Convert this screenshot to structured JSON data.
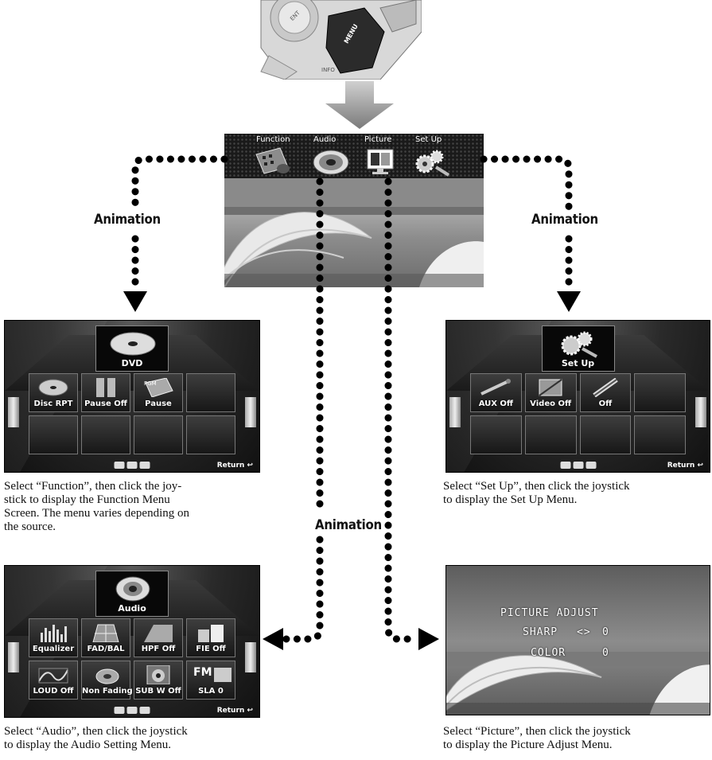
{
  "joystick": {
    "label_menu": "MENU",
    "label_ent": "ENT",
    "label_info": "INFO"
  },
  "main_menu": {
    "tabs": [
      {
        "label": "Function",
        "icon": "remote-icon"
      },
      {
        "label": "Audio",
        "icon": "speaker-icon"
      },
      {
        "label": "Picture",
        "icon": "monitor-icon"
      },
      {
        "label": "Set Up",
        "icon": "gears-icon"
      }
    ]
  },
  "animation_labels": {
    "left": "Animation",
    "right": "Animation",
    "center": "Animation"
  },
  "function_screen": {
    "title": "DVD",
    "title_icon": "disc-icon",
    "items": [
      {
        "label": "Disc RPT",
        "icon": "disc-icon"
      },
      {
        "label": "Pause Off",
        "icon": "pause-icon"
      },
      {
        "label": "Pause",
        "icon": "pgm-remote-icon"
      },
      {
        "label": "",
        "icon": ""
      },
      {
        "label": "",
        "icon": ""
      },
      {
        "label": "",
        "icon": ""
      },
      {
        "label": "",
        "icon": ""
      },
      {
        "label": "",
        "icon": ""
      }
    ],
    "return_label": "Return",
    "caption": "Select “Function”, then click the joy-\nstick to display the Function Menu\nScreen. The menu varies depending on\nthe source."
  },
  "setup_screen": {
    "title": "Set Up",
    "title_icon": "gears-icon",
    "items": [
      {
        "label": "AUX Off",
        "icon": "cable-icon"
      },
      {
        "label": "Video Off",
        "icon": "video-icon"
      },
      {
        "label": "Off",
        "icon": "connector-icon"
      },
      {
        "label": "",
        "icon": ""
      },
      {
        "label": "",
        "icon": ""
      },
      {
        "label": "",
        "icon": ""
      },
      {
        "label": "",
        "icon": ""
      },
      {
        "label": "",
        "icon": ""
      }
    ],
    "return_label": "Return",
    "caption": "Select “Set Up”, then click the joystick\nto display the Set Up Menu."
  },
  "audio_screen": {
    "title": "Audio",
    "title_icon": "speaker-icon",
    "items": [
      {
        "label": "Equalizer",
        "icon": "equalizer-icon"
      },
      {
        "label": "FAD/BAL",
        "icon": "fader-icon"
      },
      {
        "label": "HPF Off",
        "icon": "hpf-icon"
      },
      {
        "label": "FIE Off",
        "icon": "fie-icon"
      },
      {
        "label": "LOUD Off",
        "icon": "loudness-icon"
      },
      {
        "label": "Non Fading Off",
        "icon": "nonfading-icon"
      },
      {
        "label": "SUB W Off",
        "icon": "subwoofer-icon"
      },
      {
        "label": "SLA   0",
        "icon": "fm-icon",
        "prefix": "FM"
      }
    ],
    "return_label": "Return",
    "caption": "Select “Audio”, then click the joystick\nto display the Audio Setting Menu."
  },
  "picture_screen": {
    "heading": "PICTURE ADJUST",
    "rows": [
      {
        "label": "SHARP",
        "arrows": "<>",
        "value": "0"
      },
      {
        "label": "COLOR",
        "arrows": "",
        "value": "0"
      }
    ],
    "caption": "Select “Picture”, then click the joystick\nto display the Picture Adjust Menu."
  }
}
